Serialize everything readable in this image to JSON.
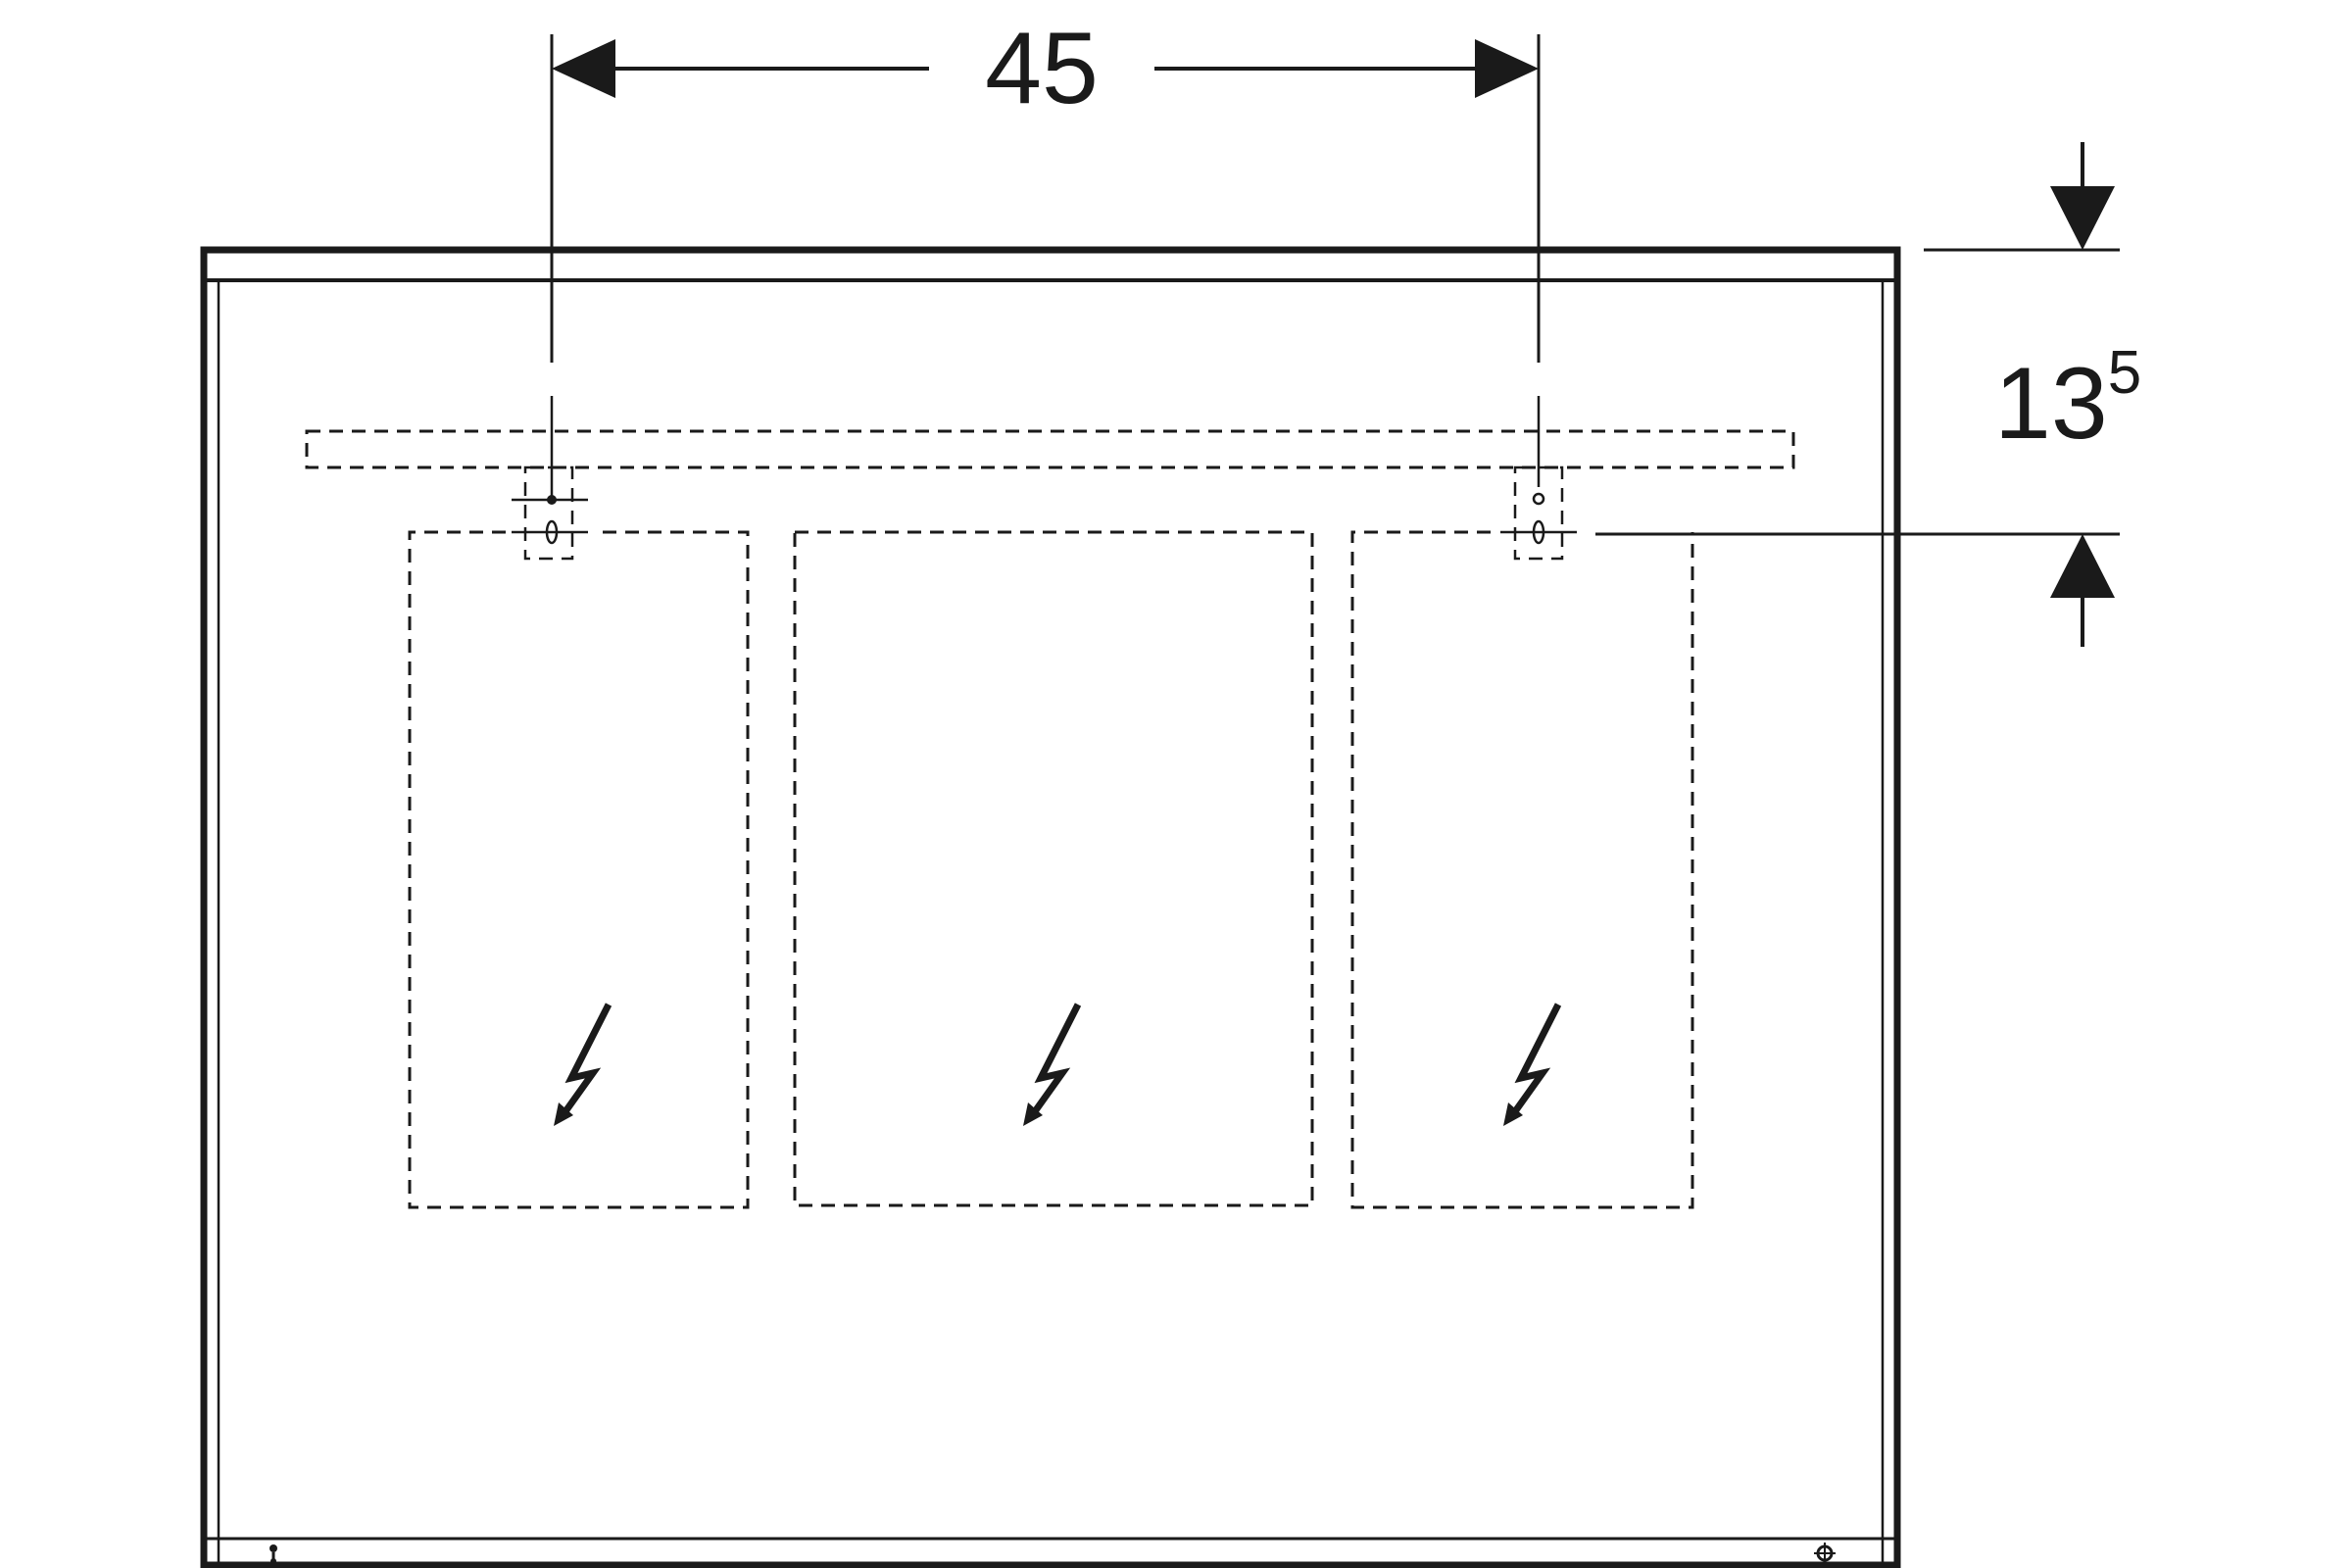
{
  "dimensions": {
    "horizontal": {
      "value": "45"
    },
    "vertical": {
      "value": "13",
      "superscript": "5"
    }
  },
  "symbols": {
    "electrical": "lightning-arrow-icon",
    "bottom_left": "sensor-dot-icon",
    "bottom_right": "gear-icon"
  },
  "colors": {
    "line": "#1a1a1a",
    "background": "#ffffff"
  }
}
